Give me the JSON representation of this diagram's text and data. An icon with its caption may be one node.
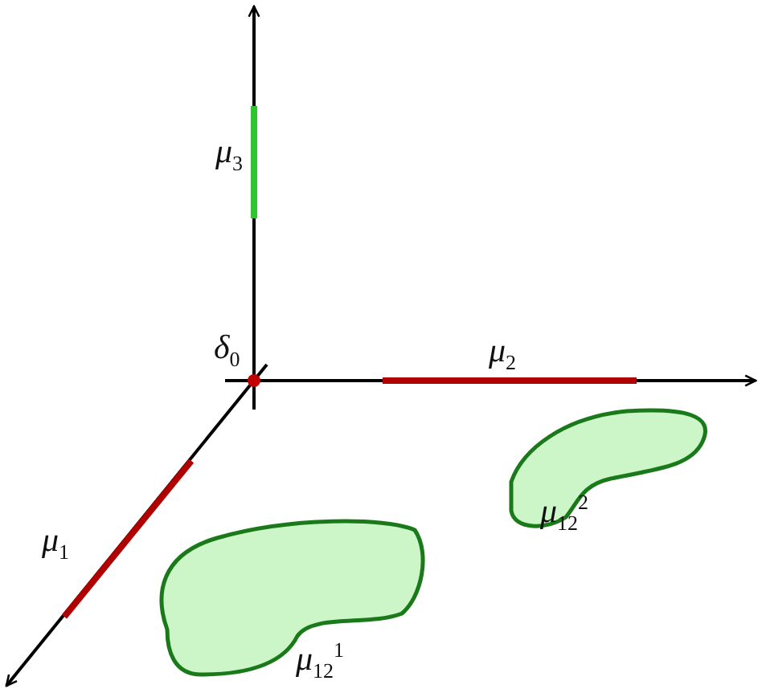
{
  "diagram": {
    "labels": [
      "μ$_{3}$",
      "δ$_{0}$",
      "μ$_{2}$",
      "μ$_{12}$$^{2}$",
      "μ$_{1}$",
      "μ$_{12}$$^{1}$"
    ]
  }
}
